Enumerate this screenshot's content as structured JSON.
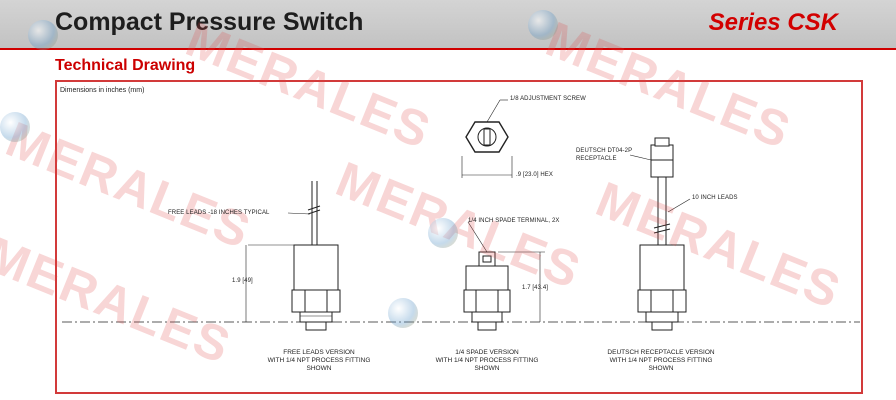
{
  "header": {
    "title": "Compact Pressure Switch",
    "series": "Series CSK"
  },
  "section_title": "Technical Drawing",
  "dimensions_note": "Dimensions in inches (mm)",
  "labels": {
    "adjustment_screw": "1/8 ADJUSTMENT SCREW",
    "hex": ".9 [23.0] HEX",
    "deutsch_receptacle_line1": "DEUTSCH DT04-2P",
    "deutsch_receptacle_line2": "RECEPTACLE",
    "ten_inch_leads": "10 INCH LEADS",
    "free_leads": "FREE LEADS -18 INCHES TYPICAL",
    "spade_terminal": "1/4 INCH SPADE TERMINAL, 2X",
    "height_free": "1.9 [49]",
    "height_spade": "1.7 [43.4]"
  },
  "captions": {
    "free_leads": [
      "FREE LEADS VERSION",
      "WITH 1/4 NPT PROCESS FITTING",
      "SHOWN"
    ],
    "spade": [
      "1/4 SPADE VERSION",
      "WITH 1/4 NPT PROCESS FITTING",
      "SHOWN"
    ],
    "deutsch": [
      "DEUTSCH RECEPTACLE VERSION",
      "WITH 1/4 NPT PROCESS FITTING",
      "SHOWN"
    ]
  },
  "watermark": "MERALES"
}
